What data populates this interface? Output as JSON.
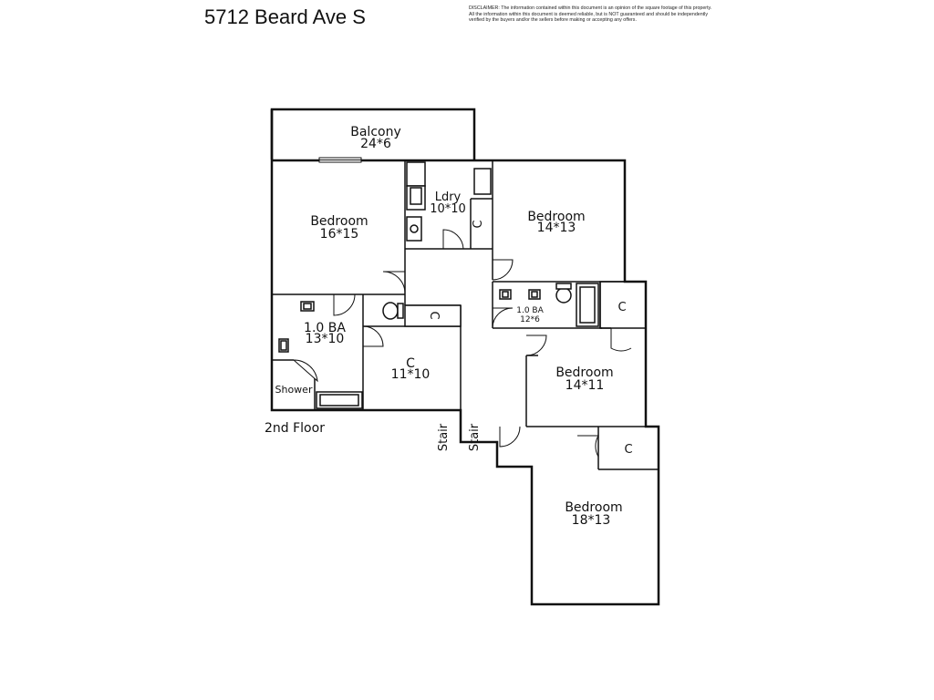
{
  "title": "5712 Beard Ave S",
  "disclaimer": {
    "line1": "DISCLAIMER: The information contained within this document is an opinion of the square footage of this property.",
    "line2": "All the information within this document is deemed reliable, but is NOT guaranteed and should be independently",
    "line3": "verified by the buyers and/or the sellers before making or accepting any offers."
  },
  "floor_label": "2nd Floor",
  "rooms": {
    "balcony": {
      "name": "Balcony",
      "dims": "24*6"
    },
    "bedroom1": {
      "name": "Bedroom",
      "dims": "16*15"
    },
    "laundry": {
      "name": "Ldry",
      "dims": "10*10"
    },
    "bedroom2": {
      "name": "Bedroom",
      "dims": "14*13"
    },
    "bath1": {
      "name": "1.0 BA",
      "dims": "13*10"
    },
    "bath2": {
      "name": "1.0 BA",
      "dims": "12*6"
    },
    "closet_main": {
      "name": "C",
      "dims": "11*10"
    },
    "bedroom3": {
      "name": "Bedroom",
      "dims": "14*11"
    },
    "bedroom4": {
      "name": "Bedroom",
      "dims": "18*13"
    }
  },
  "labels": {
    "shower": "Shower",
    "stair": "Stair",
    "closet": "C"
  }
}
